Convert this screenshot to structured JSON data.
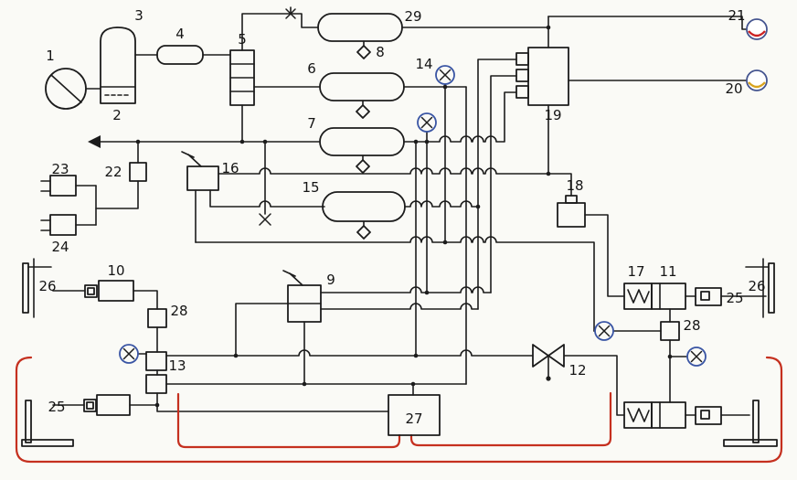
{
  "diagram": {
    "kind": "pneumatic-brake-system-schematic",
    "background": "#fafaf6",
    "colors": {
      "line": "#1c1c1c",
      "red_circuit": "#c5301f",
      "symbol_blue": "#3a55a4",
      "coupling_red": "#cc2222",
      "coupling_yellow": "#d8a31e"
    },
    "labels": {
      "c1": "1",
      "c2": "2",
      "c3": "3",
      "c4": "4",
      "c5": "5",
      "c6": "6",
      "c7": "7",
      "c8": "8",
      "c9": "9",
      "c10": "10",
      "c11": "11",
      "c12": "12",
      "c13": "13",
      "c14": "14",
      "c15": "15",
      "c16": "16",
      "c17": "17",
      "c18": "18",
      "c19": "19",
      "c20": "20",
      "c21": "21",
      "c22": "22",
      "c23": "23",
      "c24": "24",
      "c25": "25",
      "c26": "26",
      "c27": "27",
      "c28": "28",
      "c29": "29"
    }
  }
}
